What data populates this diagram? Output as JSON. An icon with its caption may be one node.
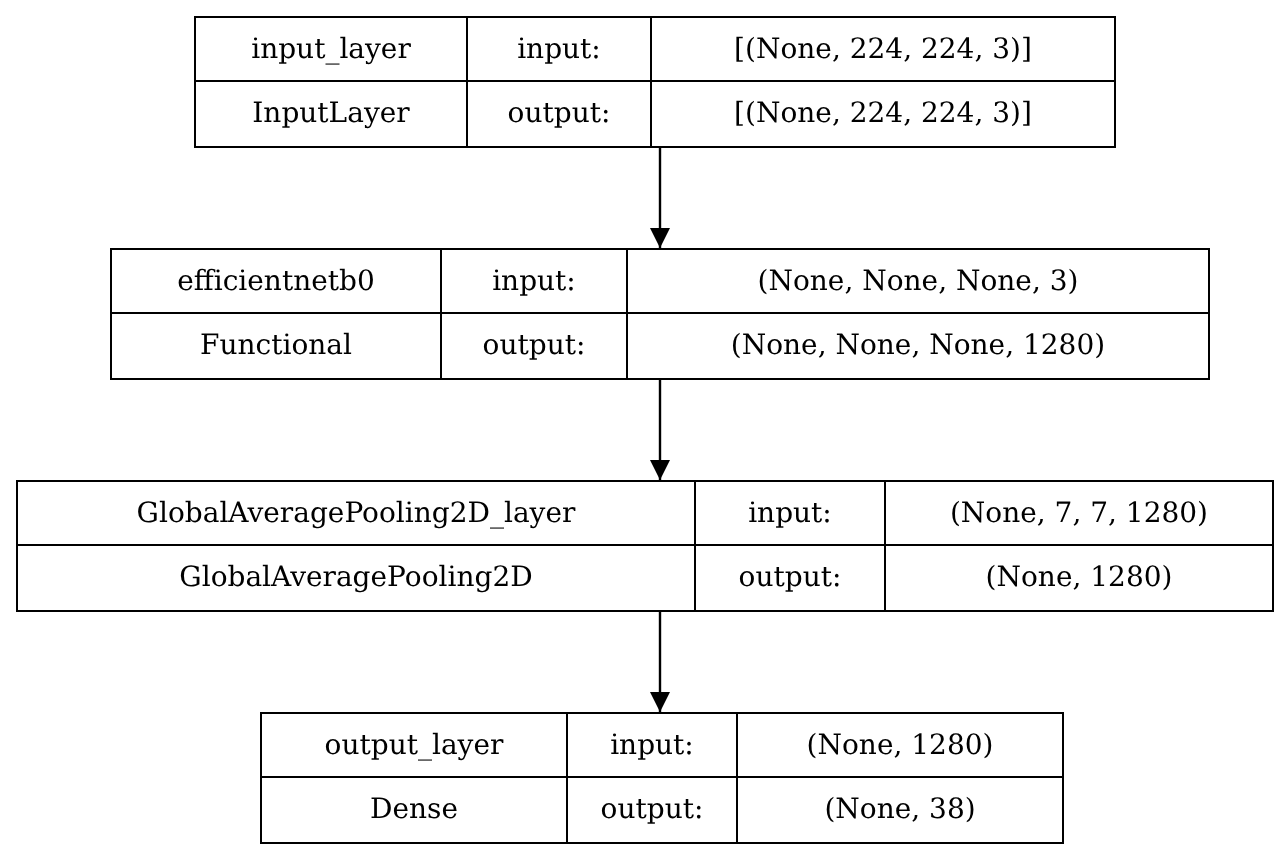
{
  "diagram": {
    "nodes": [
      {
        "text": [
          "input_layer",
          "input:",
          "[(None, 224, 224, 3)]",
          "InputLayer",
          "output:",
          "[(None, 224, 224, 3)]"
        ]
      },
      {
        "text": [
          "efficientnetb0",
          "input:",
          "(None, None, None, 3)",
          "Functional",
          "output:",
          "(None, None, None, 1280)"
        ]
      },
      {
        "text": [
          "GlobalAveragePooling2D_layer",
          "input:",
          "(None, 7, 7, 1280)",
          "GlobalAveragePooling2D",
          "output:",
          "(None, 1280)"
        ]
      },
      {
        "text": [
          "output_layer",
          "input:",
          "(None, 1280)",
          "Dense",
          "output:",
          "(None, 38)"
        ]
      }
    ],
    "edges": [
      {
        "from": 0,
        "to": 1,
        "arrow": "to"
      },
      {
        "from": 1,
        "to": 2,
        "arrow": "to"
      },
      {
        "from": 2,
        "to": 3,
        "arrow": "to"
      }
    ]
  }
}
